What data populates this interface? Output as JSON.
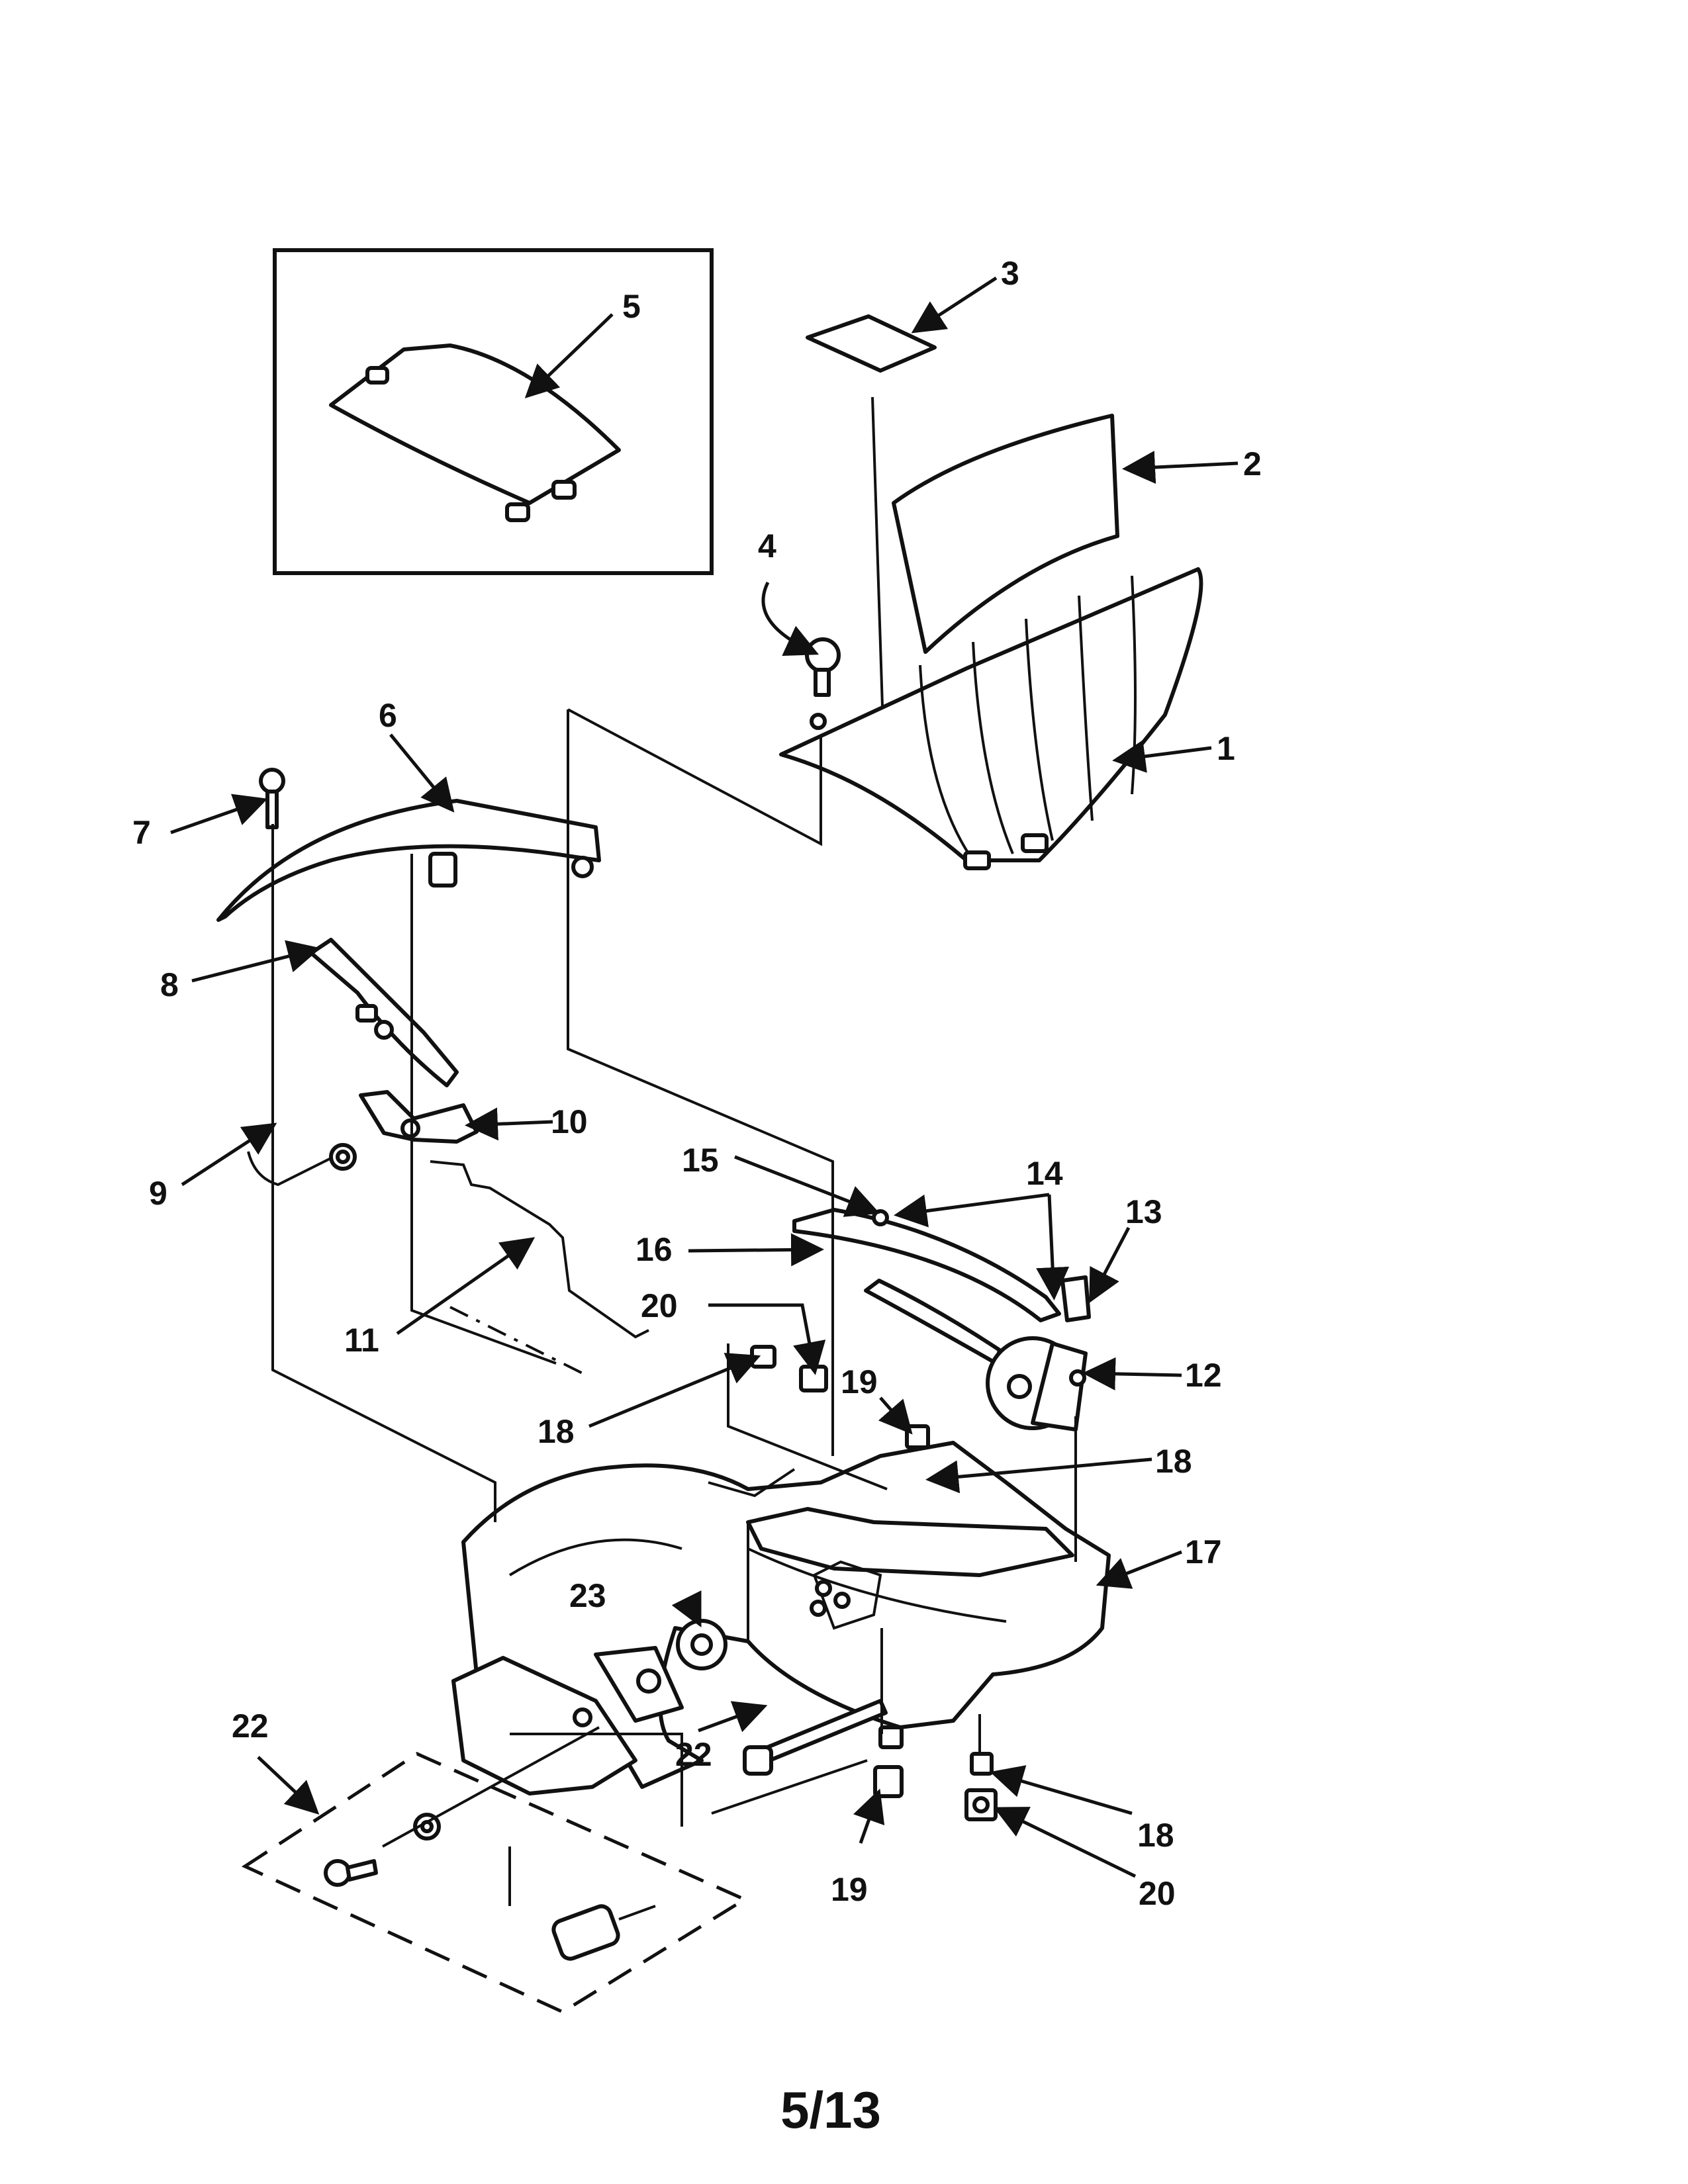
{
  "page_number": "5/13",
  "callouts": [
    {
      "label": "1"
    },
    {
      "label": "2"
    },
    {
      "label": "3"
    },
    {
      "label": "4"
    },
    {
      "label": "5"
    },
    {
      "label": "6"
    },
    {
      "label": "7"
    },
    {
      "label": "8"
    },
    {
      "label": "9"
    },
    {
      "label": "10"
    },
    {
      "label": "11"
    },
    {
      "label": "12"
    },
    {
      "label": "13"
    },
    {
      "label": "14"
    },
    {
      "label": "15"
    },
    {
      "label": "16"
    },
    {
      "label": "17"
    },
    {
      "label": "18"
    },
    {
      "label": "18"
    },
    {
      "label": "18"
    },
    {
      "label": "19"
    },
    {
      "label": "19"
    },
    {
      "label": "20"
    },
    {
      "label": "20"
    },
    {
      "label": "22"
    },
    {
      "label": "22"
    },
    {
      "label": "23"
    }
  ]
}
